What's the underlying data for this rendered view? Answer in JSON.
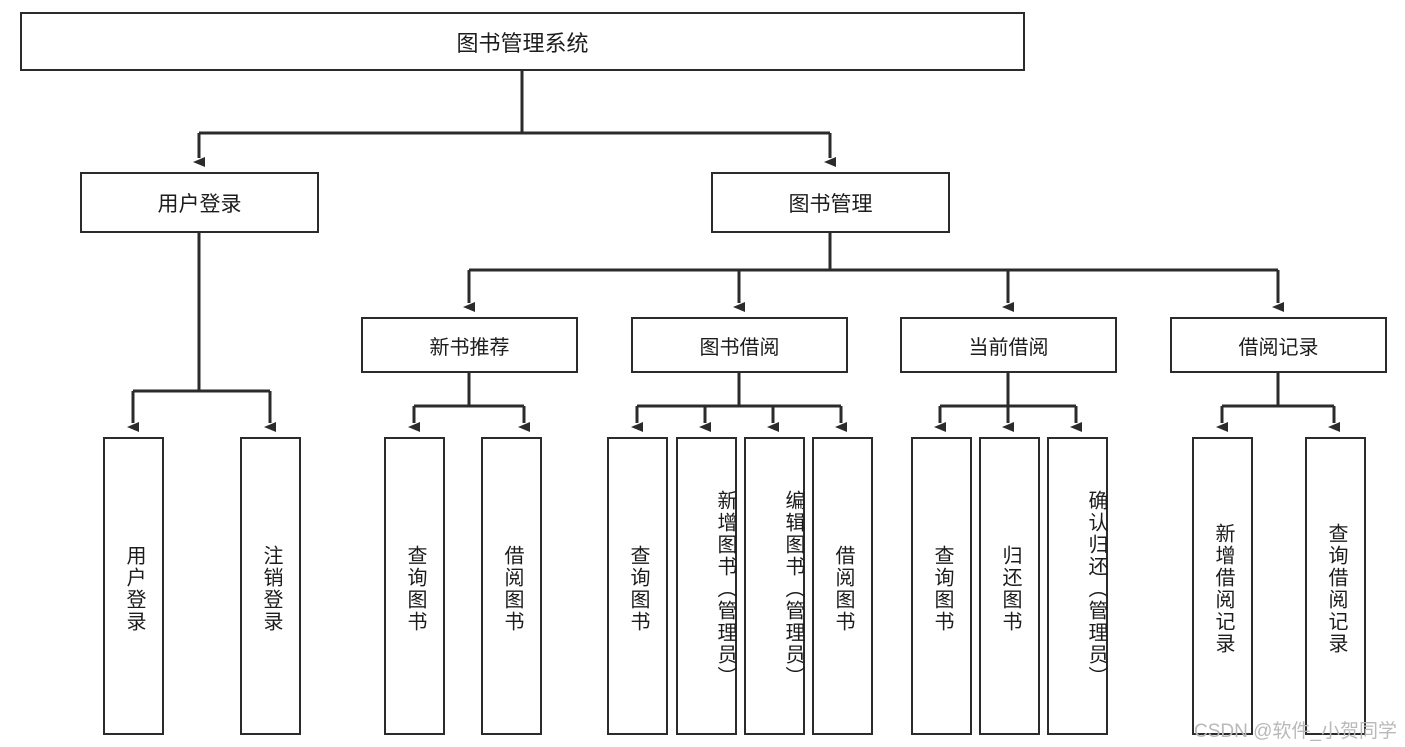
{
  "diagram": {
    "title": "图书管理系统",
    "type": "hierarchy-tree",
    "root": {
      "id": "root",
      "label": "图书管理系统"
    },
    "level2": [
      {
        "id": "user-login",
        "label": "用户登录"
      },
      {
        "id": "book-management",
        "label": "图书管理"
      }
    ],
    "level3": [
      {
        "id": "new-book-recommend",
        "label": "新书推荐"
      },
      {
        "id": "book-borrow",
        "label": "图书借阅"
      },
      {
        "id": "current-borrow",
        "label": "当前借阅"
      },
      {
        "id": "borrow-record",
        "label": "借阅记录"
      }
    ],
    "leaves": {
      "user_login": [
        {
          "id": "leaf-user-login",
          "label": "用户登录"
        },
        {
          "id": "leaf-logout-login",
          "label": "注销登录"
        }
      ],
      "new_book_recommend": [
        {
          "id": "leaf-query-book-1",
          "label": "查询图书"
        },
        {
          "id": "leaf-borrow-book-1",
          "label": "借阅图书"
        }
      ],
      "book_borrow": [
        {
          "id": "leaf-query-book-2",
          "label": "查询图书"
        },
        {
          "id": "leaf-add-book",
          "label": "新增图书（管理员）"
        },
        {
          "id": "leaf-edit-book",
          "label": "编辑图书（管理员）"
        },
        {
          "id": "leaf-borrow-book-2",
          "label": "借阅图书"
        }
      ],
      "current_borrow": [
        {
          "id": "leaf-query-book-3",
          "label": "查询图书"
        },
        {
          "id": "leaf-return-book",
          "label": "归还图书"
        },
        {
          "id": "leaf-confirm-return",
          "label": "确认归还（管理员）"
        }
      ],
      "borrow_record": [
        {
          "id": "leaf-add-record",
          "label": "新增借阅记录"
        },
        {
          "id": "leaf-query-record",
          "label": "查询借阅记录"
        }
      ]
    }
  },
  "watermark": {
    "text": "CSDN @软件_小贺同学"
  },
  "colors": {
    "stroke": "#2b2b2b",
    "background": "#ffffff",
    "text": "#1c1c1c",
    "watermark": "#b9b9b9"
  }
}
